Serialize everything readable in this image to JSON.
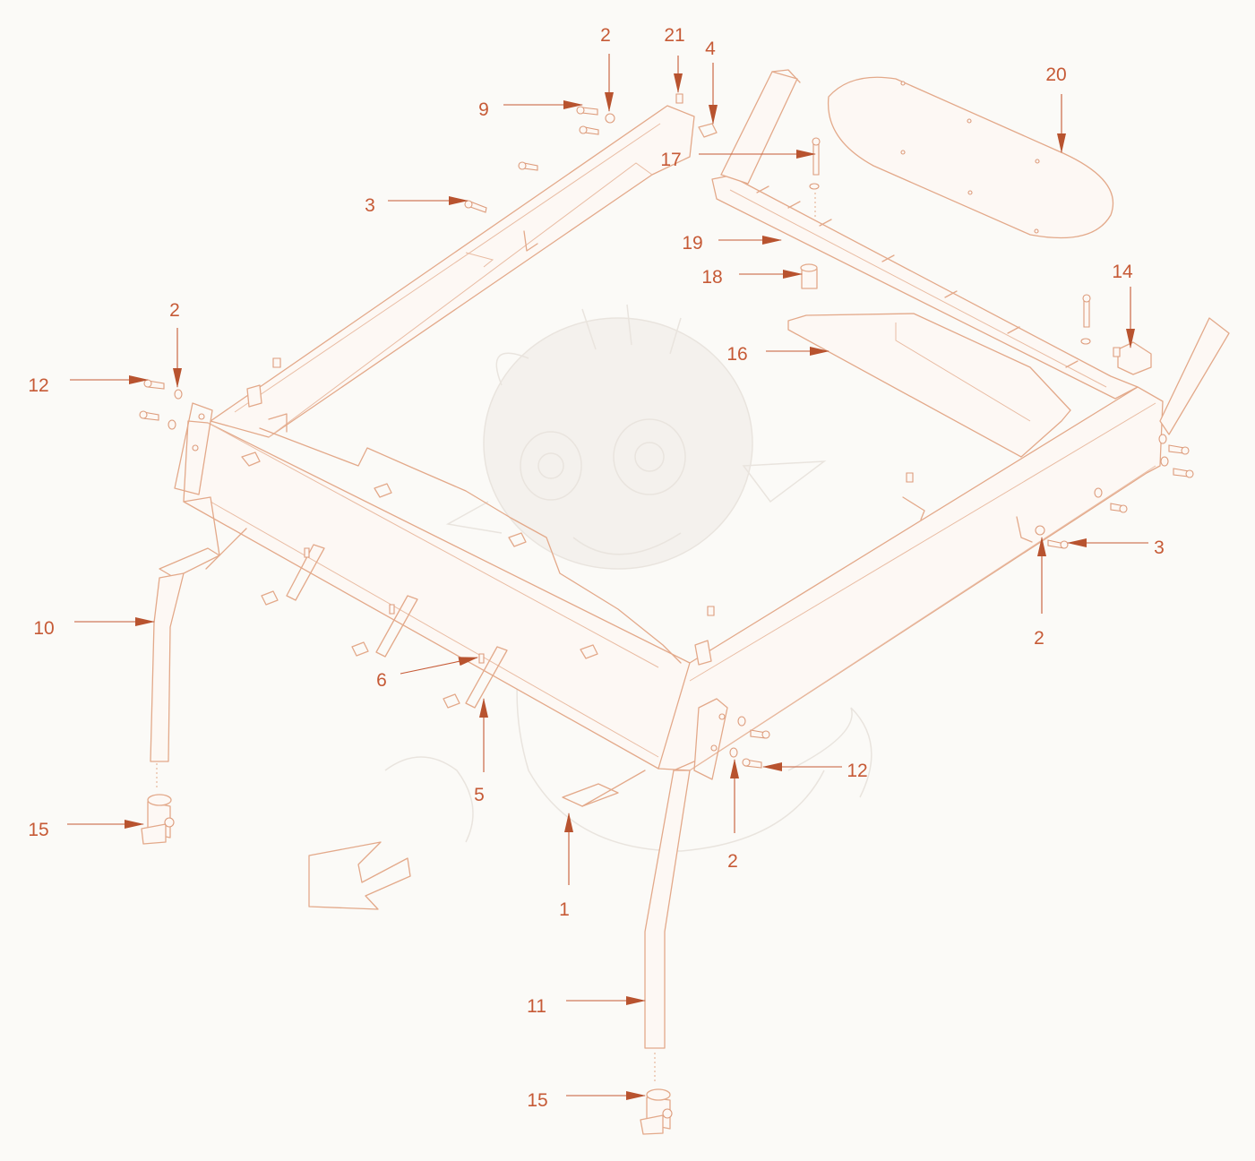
{
  "colors": {
    "background": "#fbfaf7",
    "part_stroke": "#e3a98a",
    "callout": "#c65a36",
    "arrow": "#b8532f"
  },
  "callouts": [
    {
      "id": "c-2-top",
      "text": "2"
    },
    {
      "id": "c-21",
      "text": "21"
    },
    {
      "id": "c-4",
      "text": "4"
    },
    {
      "id": "c-9",
      "text": "9"
    },
    {
      "id": "c-20",
      "text": "20"
    },
    {
      "id": "c-17",
      "text": "17"
    },
    {
      "id": "c-3-top",
      "text": "3"
    },
    {
      "id": "c-19",
      "text": "19"
    },
    {
      "id": "c-18",
      "text": "18"
    },
    {
      "id": "c-14",
      "text": "14"
    },
    {
      "id": "c-2-left",
      "text": "2"
    },
    {
      "id": "c-16",
      "text": "16"
    },
    {
      "id": "c-12-left",
      "text": "12"
    },
    {
      "id": "c-3-right",
      "text": "3"
    },
    {
      "id": "c-10",
      "text": "10"
    },
    {
      "id": "c-2-right",
      "text": "2"
    },
    {
      "id": "c-6",
      "text": "6"
    },
    {
      "id": "c-12-right",
      "text": "12"
    },
    {
      "id": "c-5",
      "text": "5"
    },
    {
      "id": "c-15-left",
      "text": "15"
    },
    {
      "id": "c-2-bottom",
      "text": "2"
    },
    {
      "id": "c-1",
      "text": "1"
    },
    {
      "id": "c-11",
      "text": "11"
    },
    {
      "id": "c-15-bottom",
      "text": "15"
    }
  ]
}
